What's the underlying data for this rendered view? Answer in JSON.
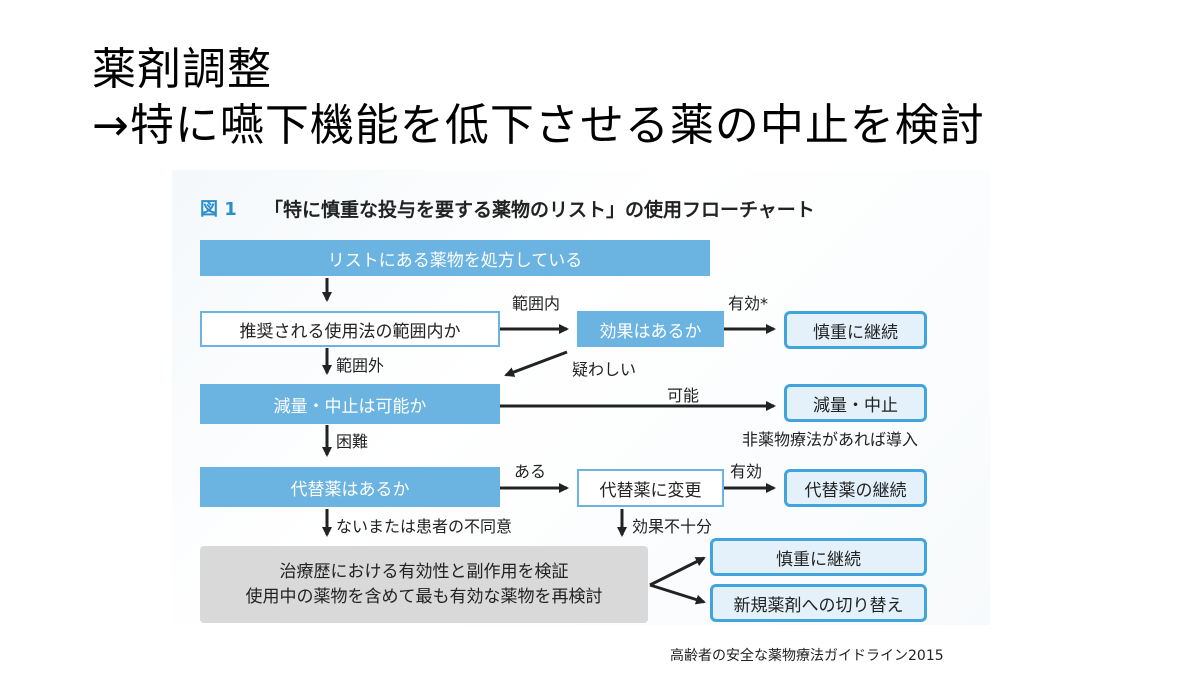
{
  "slide": {
    "title_line1": "薬剤調整",
    "title_line2": "→特に嚥下機能を低下させる薬の中止を検討",
    "source": "高齢者の安全な薬物療法ガイドライン2015"
  },
  "figure": {
    "number": "図 1",
    "title": "「特に慎重な投与を要する薬物のリスト」の使用フローチャート",
    "nodes": {
      "start": "リストにある薬物を処方している",
      "dose_range": "推奨される使用法の範囲内か",
      "efficacy": "効果はあるか",
      "continue_careful_1": "慎重に継続",
      "reduce_question": "減量・中止は可能か",
      "reduce_stop": "減量・中止",
      "alternative_question": "代替薬はあるか",
      "change_alternative": "代替薬に変更",
      "continue_alternative": "代替薬の継続",
      "review_line1": "治療歴における有効性と副作用を検証",
      "review_line2": "使用中の薬物を含めて最も有効な薬物を再検討",
      "continue_careful_2": "慎重に継続",
      "switch_new": "新規薬剤への切り替え"
    },
    "edge_labels": {
      "within_range": "範囲内",
      "effective_star": "有効*",
      "out_of_range": "範囲外",
      "doubtful": "疑わしい",
      "possible": "可能",
      "non_drug_note": "非薬物療法があれば導入",
      "difficult": "困難",
      "exists": "ある",
      "effective": "有効",
      "none_or_refusal": "ないまたは患者の不同意",
      "insufficient_effect": "効果不十分"
    }
  }
}
